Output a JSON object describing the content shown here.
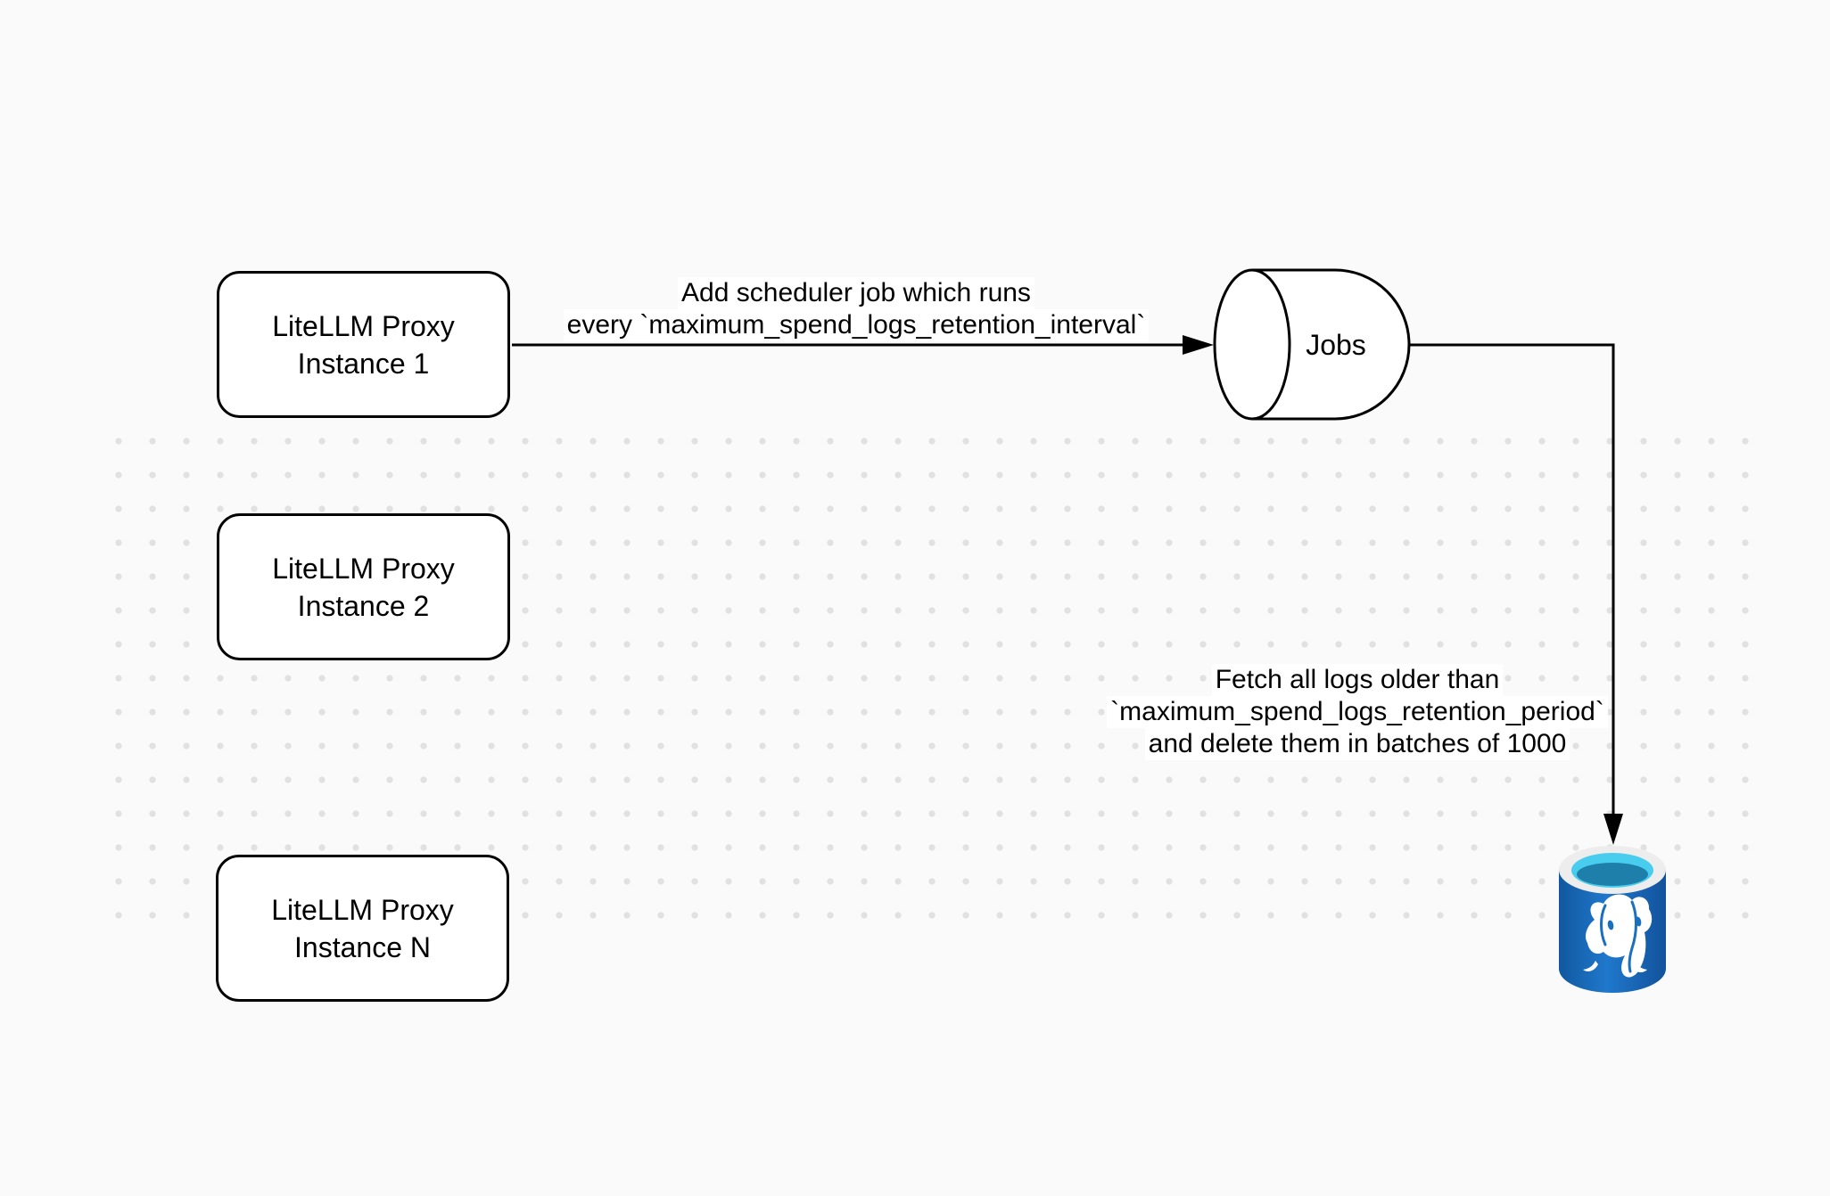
{
  "diagram": {
    "nodes": {
      "instance1": {
        "line1": "LiteLLM Proxy",
        "line2": "Instance 1"
      },
      "instance2": {
        "line1": "LiteLLM Proxy",
        "line2": "Instance 2"
      },
      "instanceN": {
        "line1": "LiteLLM Proxy",
        "line2": "Instance N"
      },
      "jobs": {
        "label": "Jobs"
      },
      "database": {
        "icon": "postgresql-database-icon"
      }
    },
    "edges": {
      "scheduler": {
        "lines": [
          "Add scheduler job which runs",
          "every `maximum_spend_logs_retention_interval`"
        ]
      },
      "fetch": {
        "lines": [
          "Fetch all logs older than",
          "`maximum_spend_logs_retention_period`",
          "and delete them in batches of 1000"
        ]
      }
    },
    "colors": {
      "stroke": "#000000",
      "shape_fill": "#ffffff",
      "background": "#fafafa",
      "grid_dot": "#e1e1e1",
      "postgres_blue": "#1f78cc",
      "postgres_blue_dark": "#11589f",
      "postgres_cyan": "#49cdef",
      "postgres_teal": "#1e80aa",
      "postgres_rim": "#ededed"
    }
  }
}
